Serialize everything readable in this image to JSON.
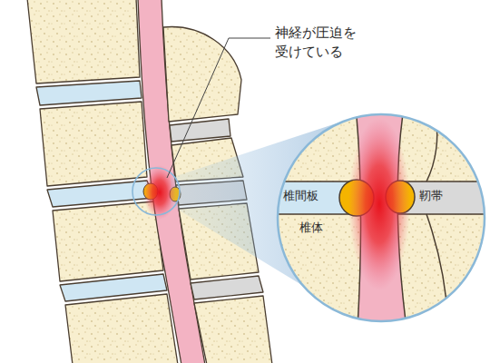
{
  "diagram": {
    "labels": [
      "神経が圧迫を 受けている",
      "椎間板",
      "靭帯",
      "椎体"
    ]
  }
}
